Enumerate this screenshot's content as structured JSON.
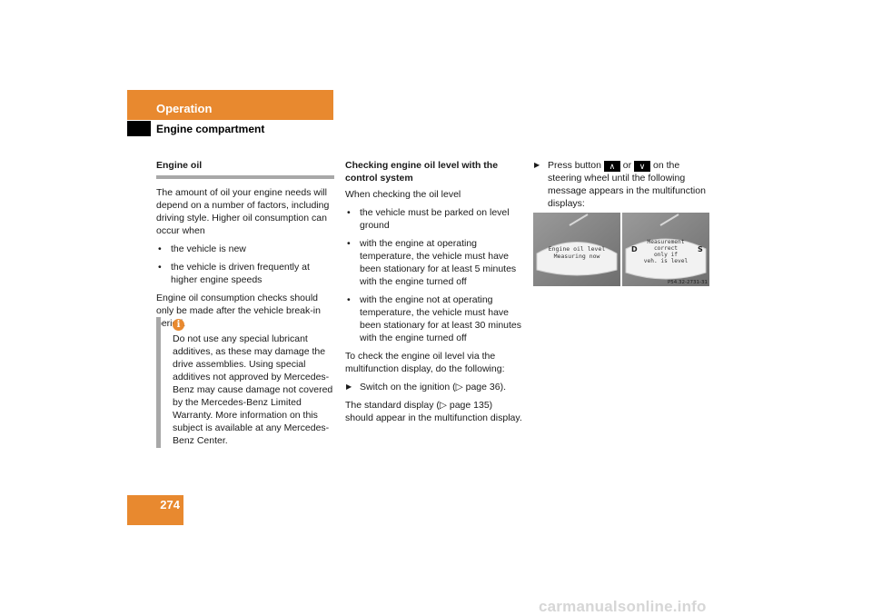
{
  "header": {
    "section": "Operation",
    "subsection": "Engine compartment"
  },
  "col1": {
    "heading": "Engine oil",
    "p1": "The amount of oil your engine needs will depend on a number of factors, including driving style. Higher oil consumption can occur when",
    "bullets": [
      "the vehicle is new",
      "the vehicle is driven frequently at higher engine speeds"
    ],
    "p2": "Engine oil consumption checks should only be made after the vehicle break-in period."
  },
  "info": {
    "icon": "info-icon",
    "text": "Do not use any special lubricant additives, as these may damage the drive assemblies. Using special additives not approved by Mercedes-Benz may cause damage not covered by the Mercedes-Benz Limited Warranty. More information on this subject is available at any Mercedes-Benz Center."
  },
  "col2": {
    "heading": "Checking engine oil level with the control system",
    "intro": "When checking the oil level",
    "bullets": [
      "the vehicle must be parked on level ground",
      "with the engine at operating temperature, the vehicle must have been stationary for at least 5 minutes with the engine turned off",
      "with the engine not at operating temperature, the vehicle must have been stationary for at least 30 minutes with the engine turned off"
    ],
    "p1": "To check the engine oil level via the multifunction display, do the following:",
    "step": "Switch on the ignition (▷ page 36).",
    "p2": "The standard display (▷ page 135) should appear in the multifunction display."
  },
  "col3": {
    "step_pre": "Press button",
    "btn1": "∧",
    "step_or": "or",
    "btn2": "∨",
    "step_post": "on the steering wheel until the following message appears in the multifunction displays:"
  },
  "display": {
    "left_line1": "Engine oil level",
    "left_line2": "Measuring now",
    "right_line1": "Measurement",
    "right_line2": "correct",
    "right_line3": "only if",
    "right_line4": "veh. is level",
    "right_d": "D",
    "right_s": "S",
    "code": "P54.32-2731-31"
  },
  "page_number": "274",
  "watermark": "carmanualsonline.info",
  "colors": {
    "accent": "#e8892f",
    "rule": "#a8a8a8"
  }
}
